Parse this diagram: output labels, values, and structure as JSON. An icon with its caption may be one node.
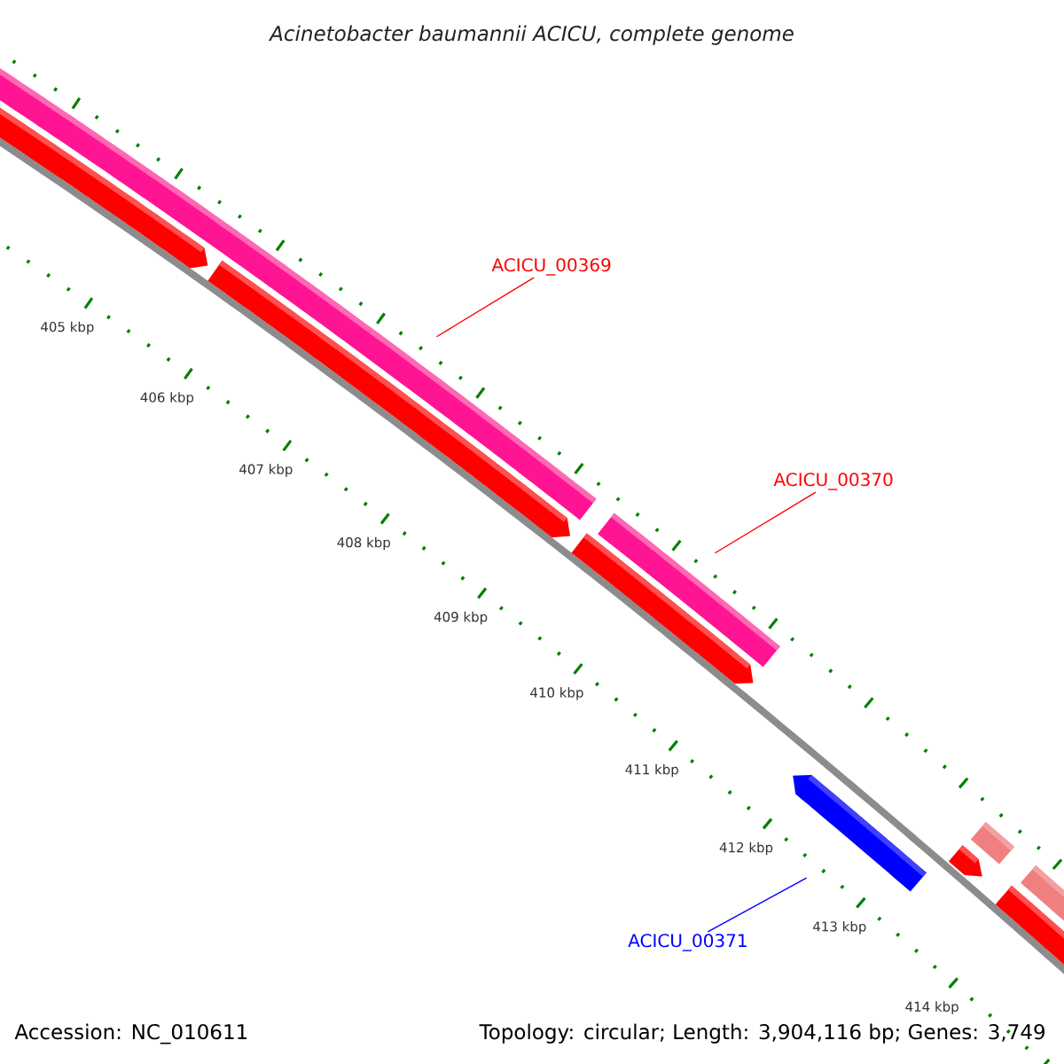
{
  "diagram": {
    "title": "Acinetobacter baumannii ACICU, complete genome",
    "nodes": [
      {
        "text": [
          "ACICU_00369"
        ]
      },
      {
        "text": [],
        "shape": "bar"
      },
      {
        "text": [
          "ACICU_00370"
        ]
      },
      {
        "text": [],
        "shape": "bar"
      },
      {
        "text": [
          "ACICU_00371"
        ]
      },
      {
        "text": [],
        "shape": "bar"
      }
    ],
    "edges": [
      {
        "from": 0,
        "to": 1,
        "arrow": "none"
      },
      {
        "from": 2,
        "to": 3,
        "arrow": "none"
      },
      {
        "from": 4,
        "to": 5,
        "arrow": "none",
        "color": "#0000ff"
      }
    ],
    "labels": [
      "405 kbp",
      "406 kbp",
      "407 kbp",
      "408 kbp",
      "409 kbp",
      "410 kbp",
      "411 kbp",
      "412 kbp",
      "413 kbp",
      "414 kbp",
      "Accession: NC_010611",
      "Topology: circular; Length: 3,904,116 bp; Genes: 3,749"
    ]
  }
}
